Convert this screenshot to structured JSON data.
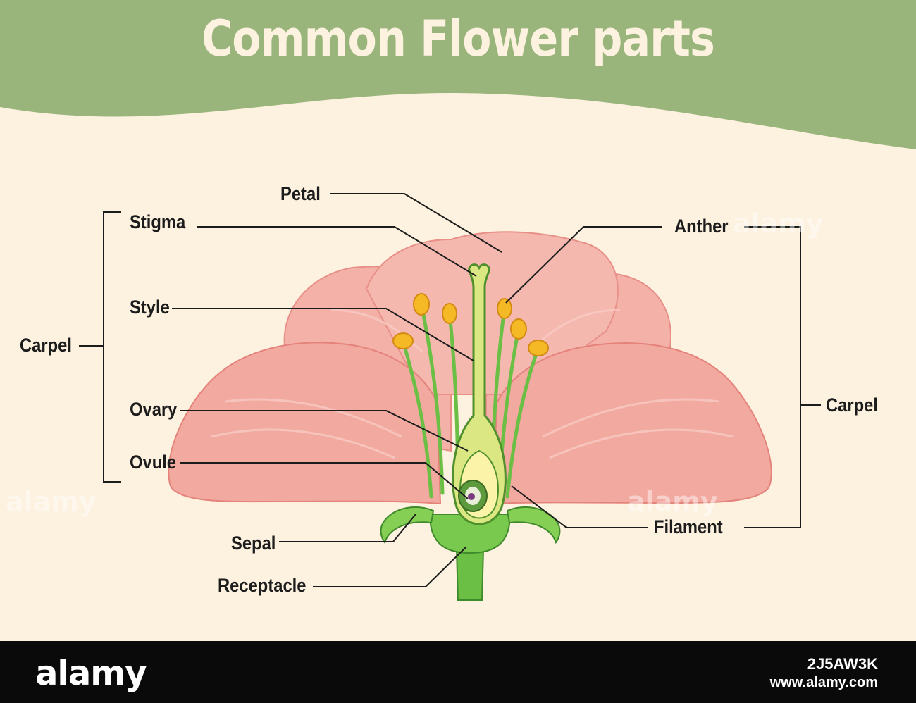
{
  "title": "Common Flower parts",
  "labels": {
    "petal": "Petal",
    "stigma": "Stigma",
    "style": "Style",
    "carpel_left": "Carpel",
    "ovary": "Ovary",
    "ovule": "Ovule",
    "sepal": "Sepal",
    "receptacle": "Receptacle",
    "anther": "Anther",
    "carpel_right": "Carpel",
    "filament": "Filament"
  },
  "watermark": "alamy",
  "footer": {
    "logo": "alamy",
    "image_id": "2J5AW3K",
    "site": "www.alamy.com"
  },
  "colors": {
    "banner": "#99b57c",
    "background": "#fdf1df",
    "petal": "#f2a9a0",
    "stem": "#6cbf45",
    "anther": "#f5b926",
    "footer": "#0a0a0a"
  }
}
